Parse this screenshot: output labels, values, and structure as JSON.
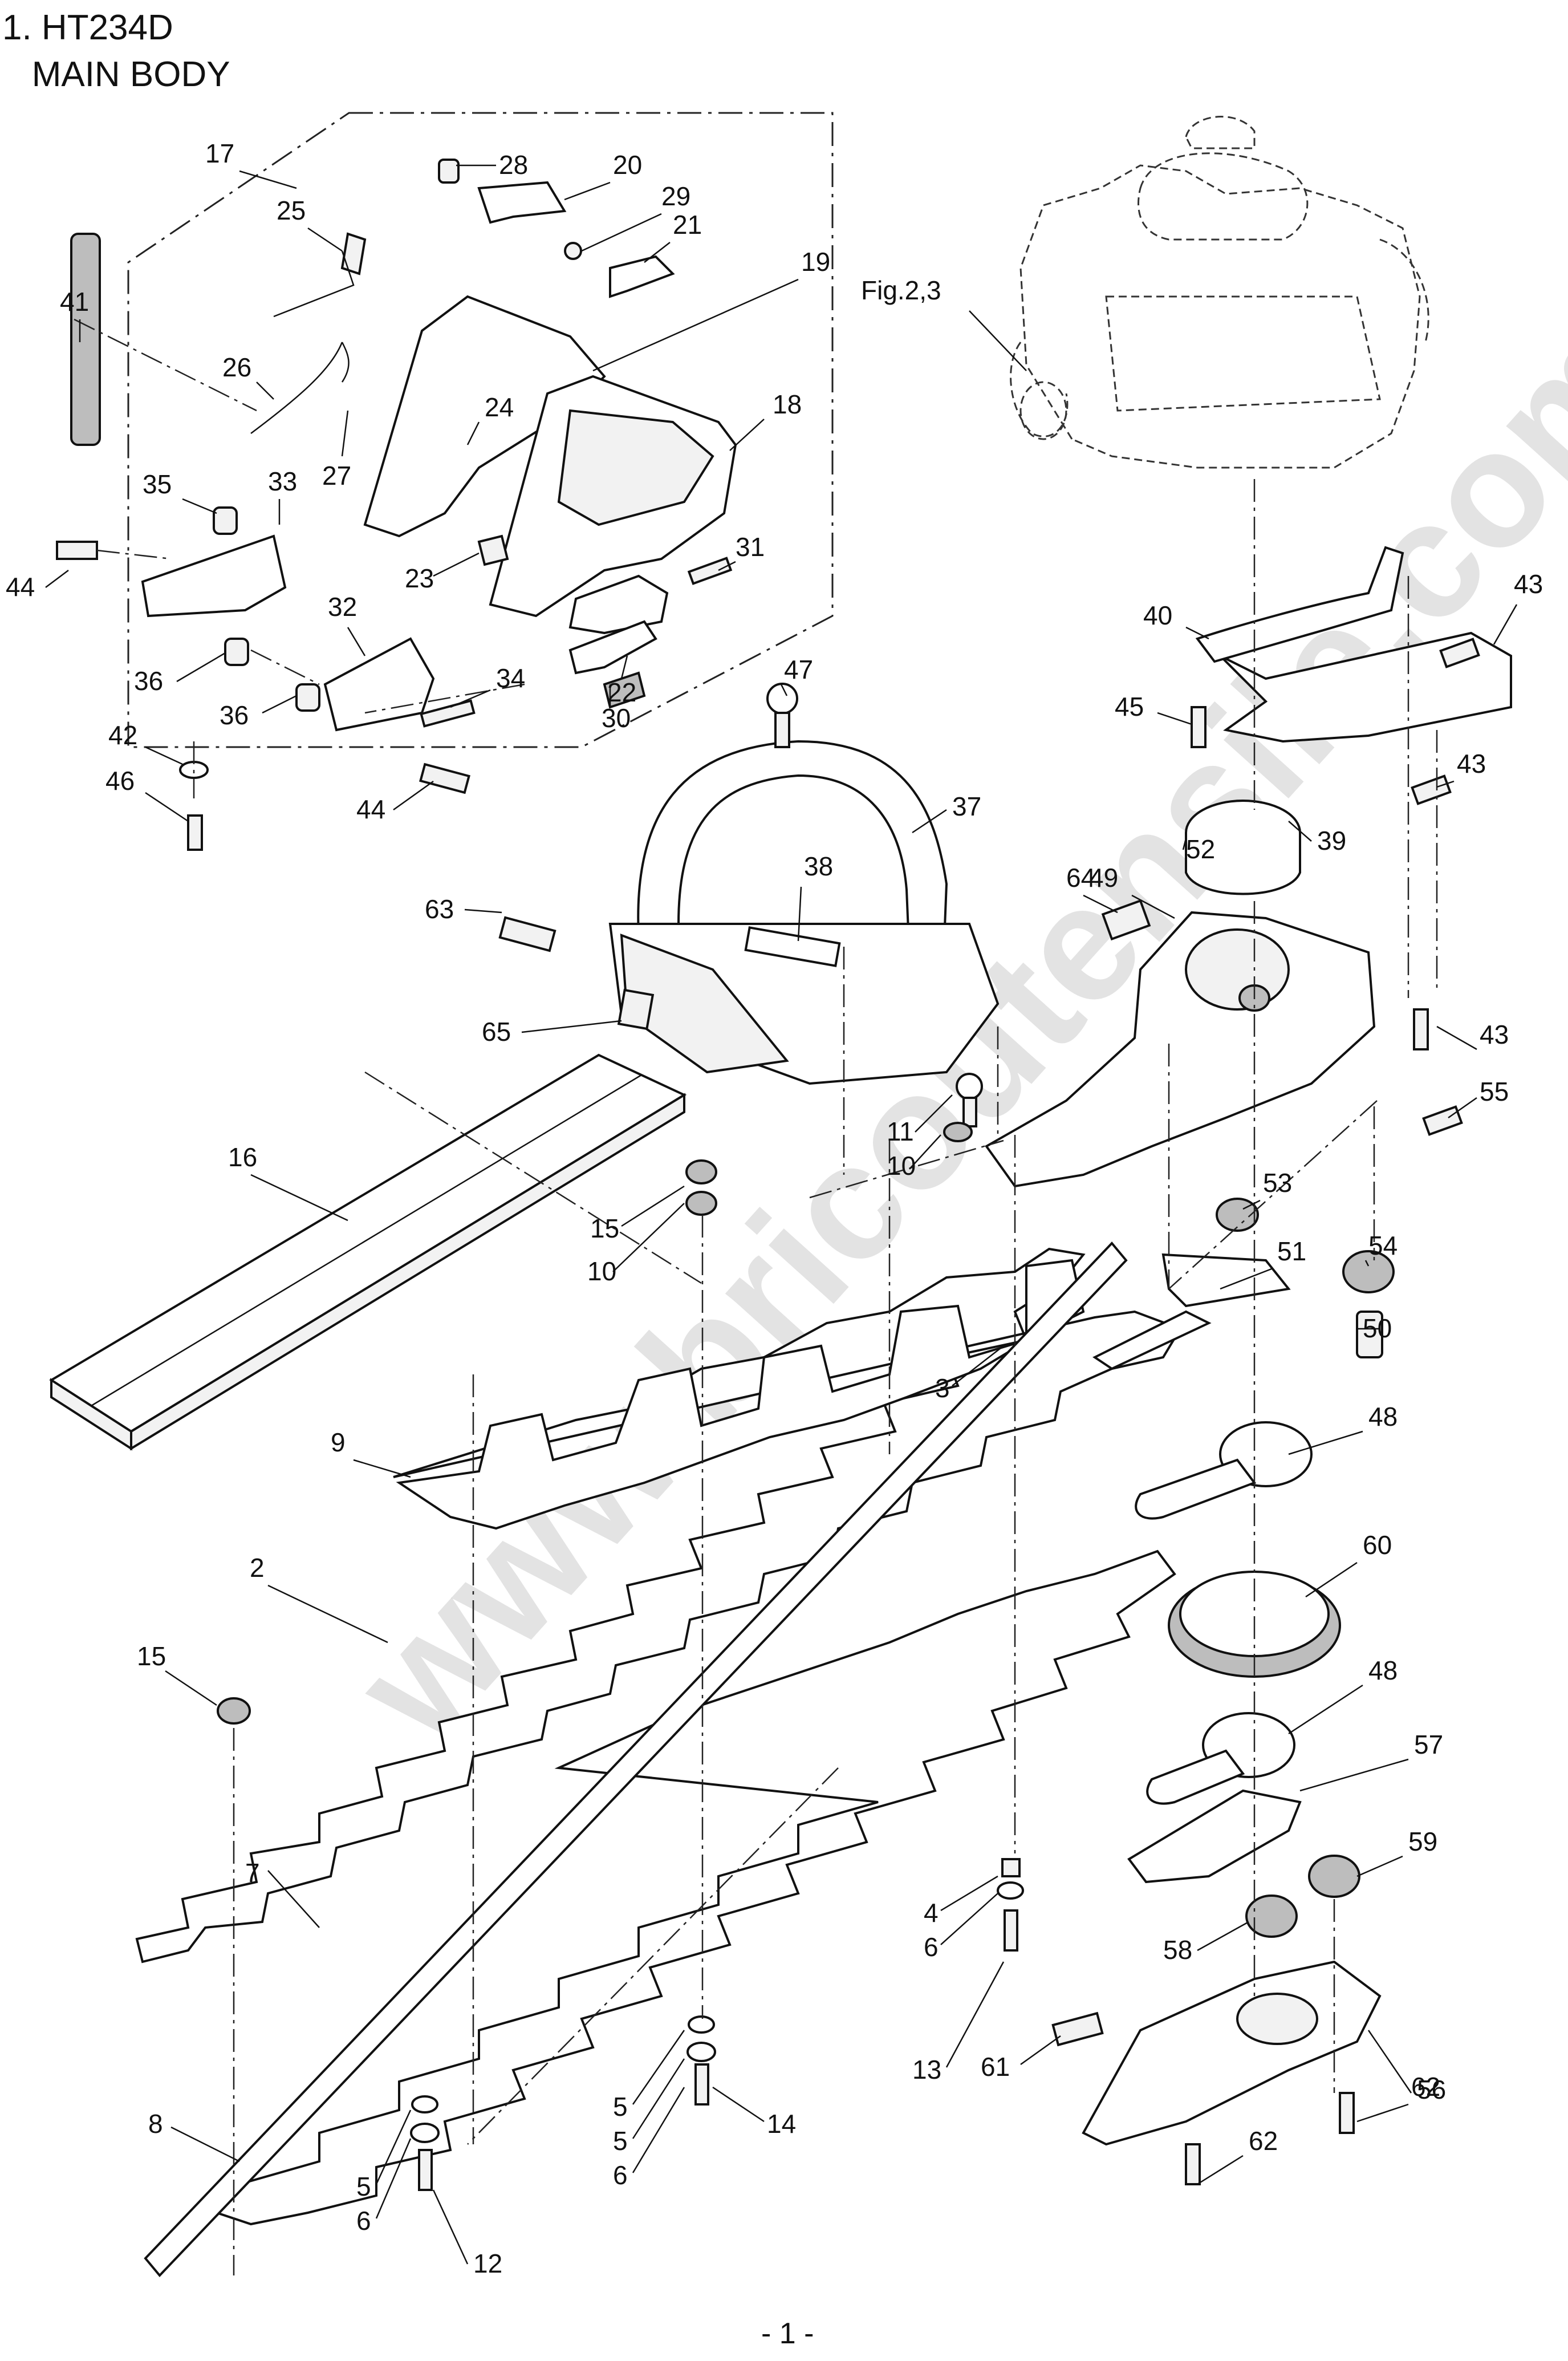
{
  "header": {
    "line1": "1. HT234D",
    "line2": "MAIN BODY"
  },
  "reference": "Fig.2,3",
  "watermark": "www.bricoutensile.com",
  "page_number": "- 1 -",
  "callouts": [
    "2",
    "3",
    "4",
    "5",
    "5",
    "5",
    "6",
    "6",
    "6",
    "7",
    "8",
    "9",
    "10",
    "10",
    "11",
    "12",
    "13",
    "14",
    "15",
    "15",
    "16",
    "17",
    "18",
    "19",
    "20",
    "21",
    "22",
    "23",
    "24",
    "25",
    "26",
    "27",
    "28",
    "29",
    "30",
    "31",
    "32",
    "33",
    "34",
    "35",
    "36",
    "36",
    "37",
    "38",
    "39",
    "40",
    "41",
    "42",
    "43",
    "43",
    "43",
    "44",
    "44",
    "45",
    "46",
    "47",
    "48",
    "48",
    "49",
    "50",
    "51",
    "52",
    "53",
    "54",
    "55",
    "56",
    "57",
    "58",
    "59",
    "60",
    "61",
    "62",
    "62",
    "63",
    "64",
    "65"
  ]
}
